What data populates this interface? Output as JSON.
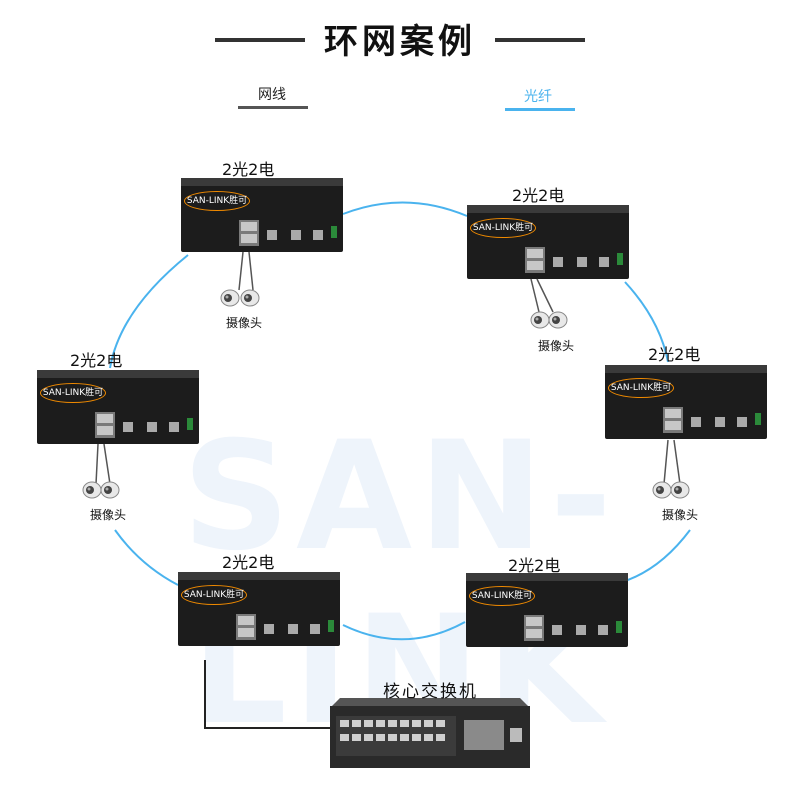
{
  "title": "环网案例",
  "legend": {
    "cable_label": "网线",
    "fiber_label": "光纤",
    "cable_color": "#555555",
    "fiber_color": "#4ab3ee"
  },
  "watermark": "SAN-LINK",
  "colors": {
    "fiber": "#4ab3ee",
    "cable": "#222222",
    "device": "#1c1c1c",
    "logo_ring": "#f08a00"
  },
  "devices": [
    {
      "id": "top-left",
      "label": "2光2电",
      "brand": "SAN-LINK",
      "brand_cn": "胜可",
      "camera_label": "摄像头"
    },
    {
      "id": "top-right",
      "label": "2光2电",
      "brand": "SAN-LINK",
      "brand_cn": "胜可",
      "camera_label": "摄像头"
    },
    {
      "id": "mid-left",
      "label": "2光2电",
      "brand": "SAN-LINK",
      "brand_cn": "胜可",
      "camera_label": "摄像头"
    },
    {
      "id": "mid-right",
      "label": "2光2电",
      "brand": "SAN-LINK",
      "brand_cn": "胜可",
      "camera_label": "摄像头"
    },
    {
      "id": "bottom-left",
      "label": "2光2电",
      "brand": "SAN-LINK",
      "brand_cn": "胜可"
    },
    {
      "id": "bottom-right",
      "label": "2光2电",
      "brand": "SAN-LINK",
      "brand_cn": "胜可"
    }
  ],
  "core_switch": {
    "label": "核心交换机"
  }
}
